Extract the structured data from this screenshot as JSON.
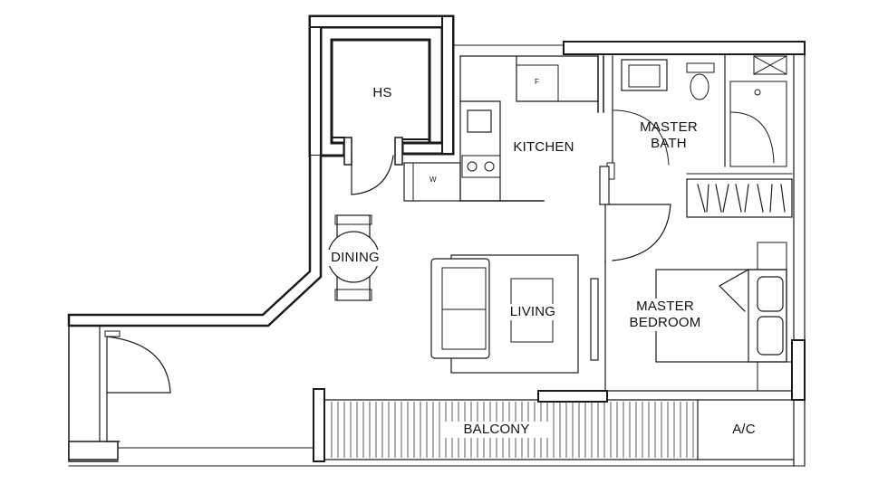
{
  "floorplan": {
    "rooms": {
      "hs": "HS",
      "kitchen": "KITCHEN",
      "master_bath": "MASTER\nBATH",
      "dining": "DINING",
      "living": "LIVING",
      "master_bedroom": "MASTER\nBEDROOM",
      "balcony": "BALCONY",
      "ac": "A/C"
    },
    "fixtures": {
      "fridge": "F",
      "washer": "W"
    }
  }
}
